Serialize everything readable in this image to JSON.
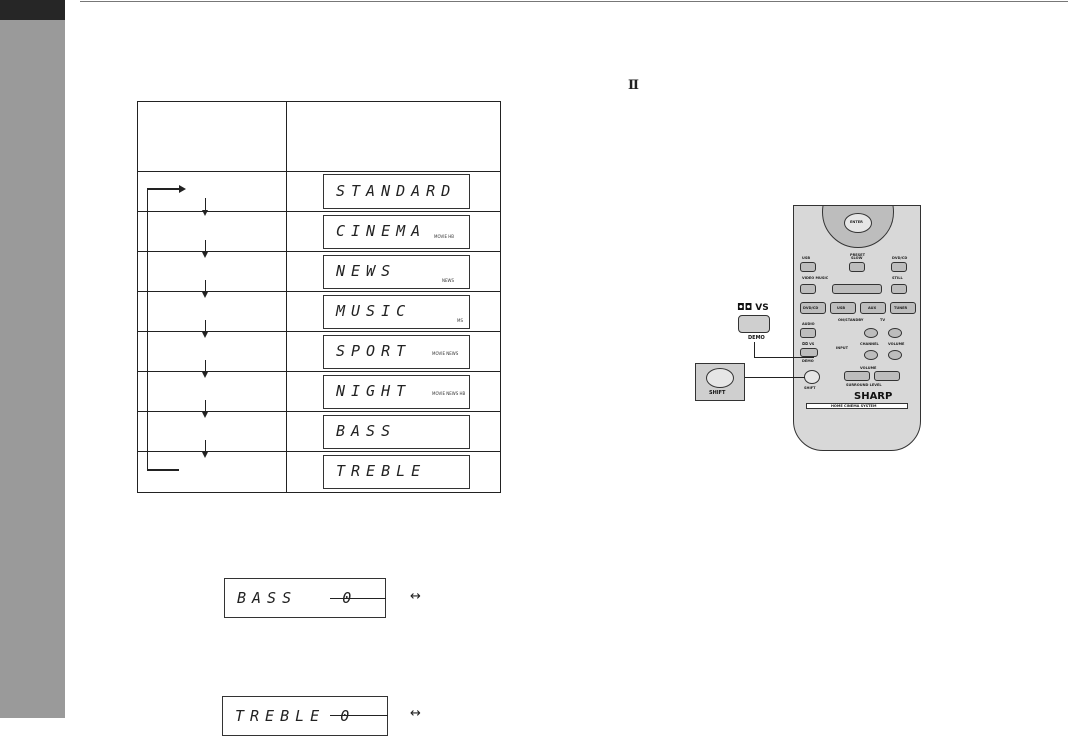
{
  "modes": [
    {
      "display": "STANDARD",
      "indicator": ""
    },
    {
      "display": "CINEMA",
      "indicator": "MOVIE HB"
    },
    {
      "display": "NEWS",
      "indicator": "NEWS"
    },
    {
      "display": "MUSIC",
      "indicator": "MS"
    },
    {
      "display": "SPORT",
      "indicator": "MOVIE NEWS"
    },
    {
      "display": "NIGHT",
      "indicator": "MOVIE NEWS HB"
    },
    {
      "display": "BASS",
      "indicator": ""
    },
    {
      "display": "TREBLE",
      "indicator": ""
    }
  ],
  "level_displays": {
    "bass": "BASS   0",
    "treble": "TREBLE 0",
    "arrow": "↔"
  },
  "symbol_ii": "Ⅱ",
  "remote": {
    "callout_vs_label": "◘◘ VS",
    "callout_demo_label": "DEMO",
    "callout_shift_label": "SHIFT",
    "brand": "SHARP",
    "subtitle": "HOME CINEMA SYSTEM",
    "enter": "ENTER",
    "preset": "PRESET",
    "usb": "USB",
    "slow": "SLOW",
    "dvd_cd": "DVD/CD",
    "video_music": "VIDEO MUSIC",
    "still": "STILL",
    "dvd_cd_btn": "DVD/CD",
    "usb_btn": "USB",
    "aux": "AUX",
    "tuner": "TUNER",
    "audio": "AUDIO",
    "on_standby": "ON/STANDBY",
    "tv": "TV",
    "vs": "◘◘ VS",
    "input": "INPUT",
    "channel": "CHANNEL",
    "volume_tv": "VOLUME",
    "demo": "DEMO",
    "shift": "SHIFT",
    "volume": "VOLUME",
    "surround_level": "SURROUND LEVEL"
  },
  "colors": {
    "sidebar": "#9a9a9a",
    "sidebar_top": "#262626",
    "remote_body": "#d8d8d8"
  }
}
